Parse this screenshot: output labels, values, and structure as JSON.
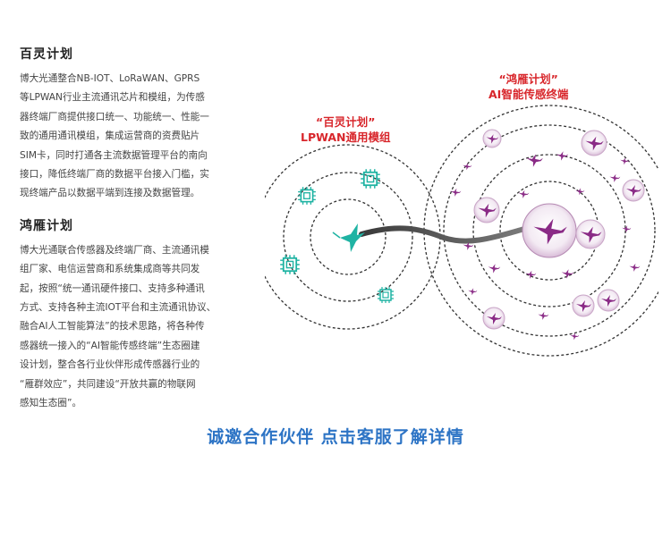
{
  "sections": [
    {
      "title": "百灵计划",
      "lines": [
        "博大光通整合NB-IOT、LoRaWAN、GPRS",
        "等LPWAN行业主流通讯芯片和模组，为传感",
        "器终端厂商提供接口统一、功能统一、性能一",
        "致的通用通讯模组，集成运营商的资费贴片",
        "SIM卡，同时打通各主流数据管理平台的南向",
        "接口，降低终端厂商的数据平台接入门槛，实",
        "现终端产品以数据平端到连接及数据管理。"
      ]
    },
    {
      "title": "鸿雁计划",
      "lines": [
        "博大光通联合传感器及终端厂商、主流通讯模",
        "组厂家、电信运营商和系统集成商等共同发",
        "起，按照“统一通讯硬件接口、支持多种通讯",
        "方式、支持各种主流IOT平台和主流通讯协议、",
        "融合AI人工智能算法”的技术思路，将各种传",
        "感器统一接入的“AI智能传感终端”生态圈建",
        "设计划，整合各行业伙伴形成传感器行业的",
        "“雁群效应”，共同建设“开放共赢的物联网",
        "感知生态圈”。"
      ]
    }
  ],
  "diagram": {
    "left_label": [
      "“百灵计划”",
      "LPWAN通用模组"
    ],
    "right_label": [
      "“鸿雁计划”",
      "AI智能传感终端"
    ],
    "colors": {
      "teal": "#1fb3a3",
      "purple": "#8a2b86",
      "red": "#d8262b"
    },
    "icons": {
      "bird": "hummingbird-icon",
      "chip": "chip-icon",
      "goose": "goose-icon"
    }
  },
  "cta": "诚邀合作伙伴 点击客服了解详情"
}
